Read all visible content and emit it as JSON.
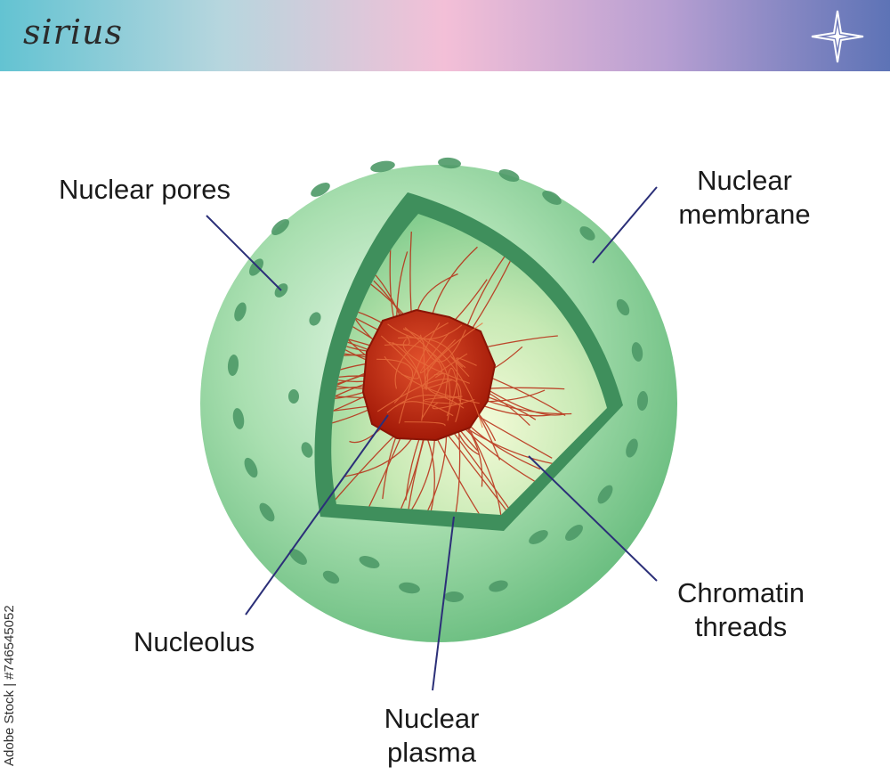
{
  "header": {
    "brand": "sirius",
    "icon": "sparkle-star-icon",
    "gradient": [
      "#63c3d2",
      "#f3bfd7",
      "#5d73b6"
    ]
  },
  "diagram": {
    "colors": {
      "membrane": "#8fd49e",
      "membrane_dark": "#4e9e6a",
      "pore": "#4e9a68",
      "nucleolus": "#c22a0f",
      "chromatin": "#b82a12",
      "leader_line": "#2b2f78"
    },
    "labels": {
      "nuclear_pores": "Nuclear pores",
      "nuclear_membrane_1": "Nuclear",
      "nuclear_membrane_2": "membrane",
      "chromatin_1": "Chromatin",
      "chromatin_2": "threads",
      "nucleolus": "Nucleolus",
      "plasma_1": "Nuclear",
      "plasma_2": "plasma"
    }
  },
  "watermark": "Adobe Stock | #746545052"
}
